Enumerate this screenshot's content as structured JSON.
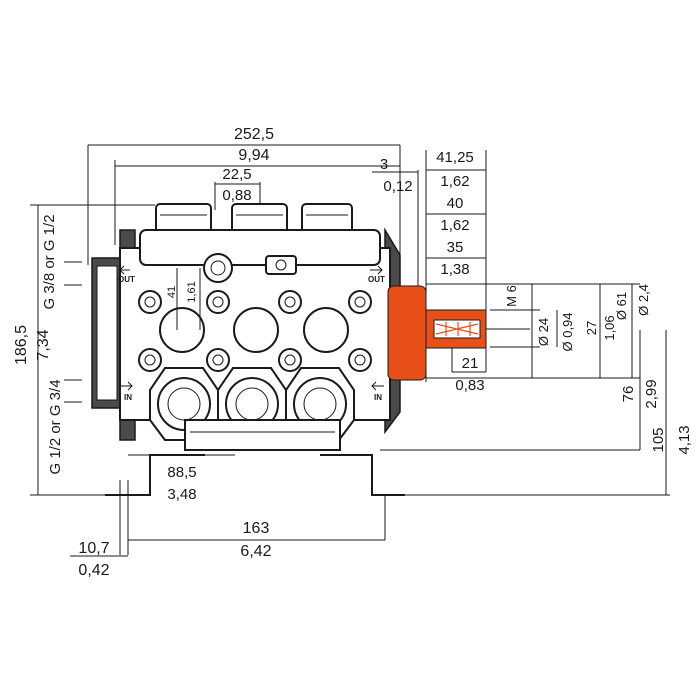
{
  "colors": {
    "shaft_accent": "#e8501a",
    "line": "#1a1a1a"
  },
  "dimensions": {
    "overall_width_mm": "252,5",
    "overall_width_in": "9,94",
    "head_width_mm": "22,5",
    "head_width_in": "0,88",
    "shaft_offset_mm": "3",
    "shaft_offset_in": "0,12",
    "shaft_len1_mm": "41,25",
    "shaft_len1_in": "1,62",
    "shaft_len2_mm": "40",
    "shaft_len2_in": "1,62",
    "shaft_len3_mm": "35",
    "shaft_len3_in": "1,38",
    "bore_mm": "41",
    "bore_in": "1,61",
    "thread": "M 6",
    "dia_24": "Ø 24",
    "dia_094": "Ø 0,94",
    "dia_27": "27",
    "dia_106": "1,06",
    "dia_61": "Ø 61",
    "dia_24in": "Ø 2,4",
    "key_len_mm": "21",
    "key_len_in": "0,83",
    "height_76_mm": "76",
    "height_76_in": "2,99",
    "height_105_mm": "105",
    "height_105_in": "4,13",
    "height_186_mm": "186,5",
    "height_186_in": "7,34",
    "port_out": "G 3/8 or G 1/2",
    "port_in": "G 1/2 or G 3/4",
    "foot_mm": "88,5",
    "foot_in": "3,48",
    "base_mm": "163",
    "base_in": "6,42",
    "edge_mm": "10,7",
    "edge_in": "0,42"
  },
  "labels": {
    "out": "OUT",
    "in": "IN"
  },
  "icons": [
    "out-arrow-icon",
    "in-arrow-icon",
    "shaft-key-icon"
  ]
}
